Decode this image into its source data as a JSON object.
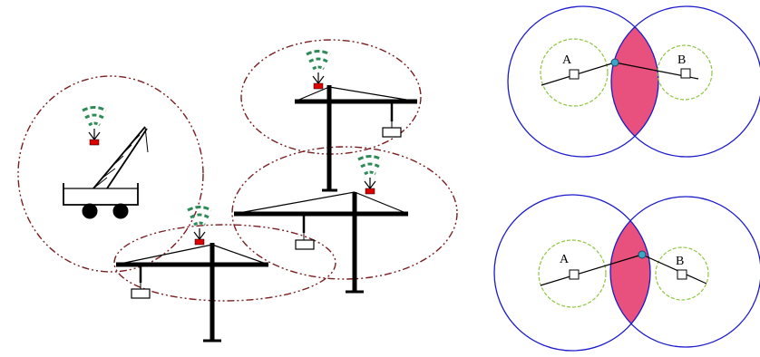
{
  "colors": {
    "background": "#ffffff",
    "crane": "#000000",
    "antenna_waves": "#2e8b57",
    "transmitter": "#dd0000",
    "coverage_ellipse": "#7a1f1f",
    "range_circle": "#1a1acc",
    "inner_circle": "#8cc63f",
    "overlap_region": "#e8507d",
    "collision_point": "#3aa7c9"
  },
  "icons": {
    "transmitter": "radio-transmitter-icon",
    "signal": "wifi-signal-icon"
  },
  "diagrams": {
    "top": {
      "label_a": "A",
      "label_b": "B"
    },
    "bottom": {
      "label_a": "A",
      "label_b": "B"
    }
  }
}
